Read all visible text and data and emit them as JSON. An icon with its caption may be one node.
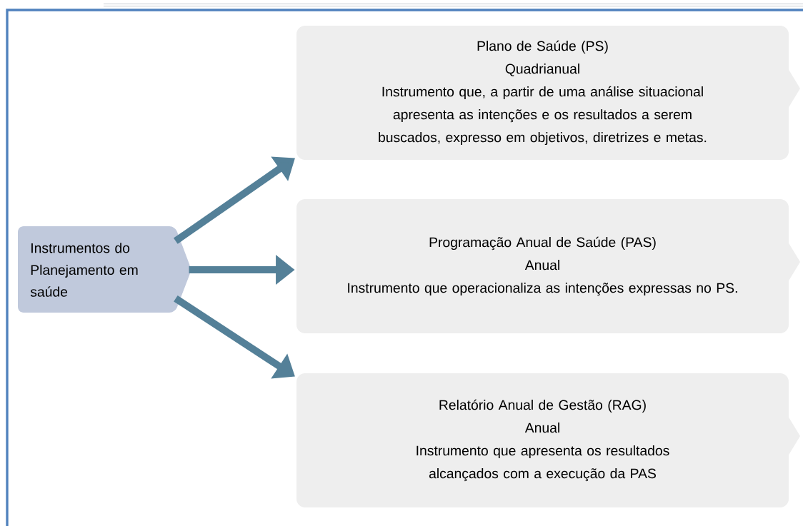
{
  "diagram": {
    "nodes": [
      {
        "text": [
          "Instrumentos do Planejamento em saúde"
        ]
      },
      {
        "text": [
          "Plano de Saúde (PS)",
          "Quadrianual",
          "Instrumento que, a partir de uma análise situacional apresenta as intenções e os resultados a serem buscados, expresso em objetivos, diretrizes e metas."
        ]
      },
      {
        "text": [
          "Programação Anual de Saúde (PAS)",
          "Anual",
          "Instrumento que operacionaliza as intenções expressas no PS."
        ]
      },
      {
        "text": [
          "Relatório Anual de Gestão (RAG)",
          "Anual",
          "Instrumento que apresenta os resultados alcançados com a execução da PAS"
        ]
      }
    ],
    "edges": [
      {
        "from": 0,
        "to": 1,
        "arrow": "to"
      },
      {
        "from": 0,
        "to": 2,
        "arrow": "to"
      },
      {
        "from": 0,
        "to": 3,
        "arrow": "to"
      }
    ]
  }
}
